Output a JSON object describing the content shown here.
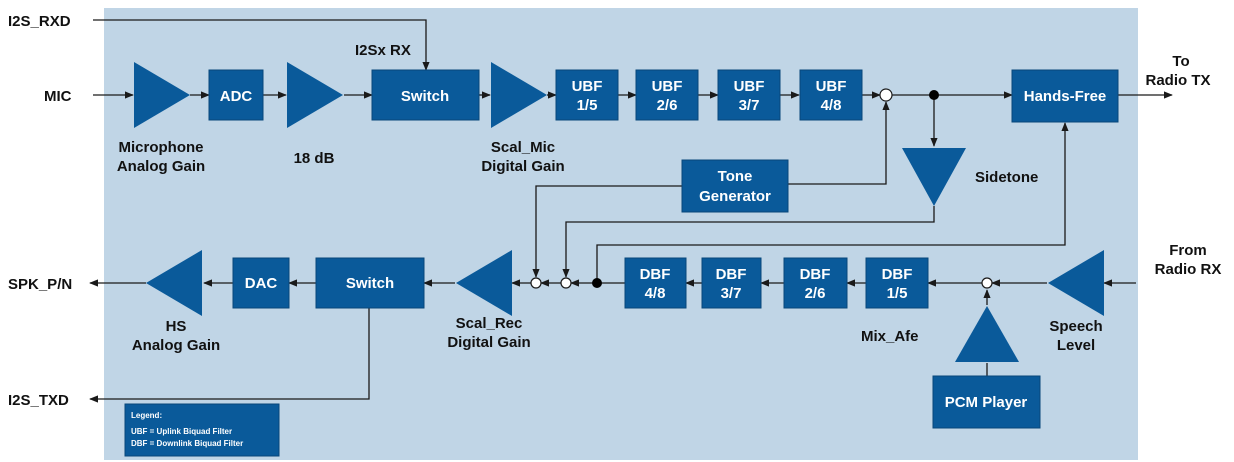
{
  "colors": {
    "panel": "#c0d5e6",
    "block": "#0a5a9a",
    "wire": "#1a1a1a"
  },
  "signals": {
    "i2s_rxd": "I2S_RXD",
    "i2sx_rx": "I2Sx RX",
    "mic": "MIC",
    "to_radio_tx": [
      "To",
      "Radio TX"
    ],
    "from_radio_rx": [
      "From",
      "Radio RX"
    ],
    "spk": "SPK_P/N",
    "i2s_txd": "I2S_TXD"
  },
  "uplink": {
    "mic_gain": [
      "Microphone",
      "Analog Gain"
    ],
    "adc": "ADC",
    "gain_18db": "18 dB",
    "switch": "Switch",
    "scal_mic": [
      "Scal_Mic",
      "Digital Gain"
    ],
    "ubf": [
      [
        "UBF",
        "1/5"
      ],
      [
        "UBF",
        "2/6"
      ],
      [
        "UBF",
        "3/7"
      ],
      [
        "UBF",
        "4/8"
      ]
    ],
    "hands_free": "Hands-Free"
  },
  "middle": {
    "tone_generator": [
      "Tone",
      "Generator"
    ],
    "sidetone": "Sidetone"
  },
  "downlink": {
    "hs_gain": [
      "HS",
      "Analog Gain"
    ],
    "dac": "DAC",
    "switch": "Switch",
    "scal_rec": [
      "Scal_Rec",
      "Digital Gain"
    ],
    "dbf": [
      [
        "DBF",
        "4/8"
      ],
      [
        "DBF",
        "3/7"
      ],
      [
        "DBF",
        "2/6"
      ],
      [
        "DBF",
        "1/5"
      ]
    ],
    "mix_afe": "Mix_Afe",
    "speech_level": [
      "Speech",
      "Level"
    ],
    "pcm_player": "PCM Player"
  },
  "legend": {
    "title": "Legend:",
    "ubf": "UBF = Uplink Biquad Filter",
    "dbf": "DBF = Downlink Biquad Filter"
  }
}
